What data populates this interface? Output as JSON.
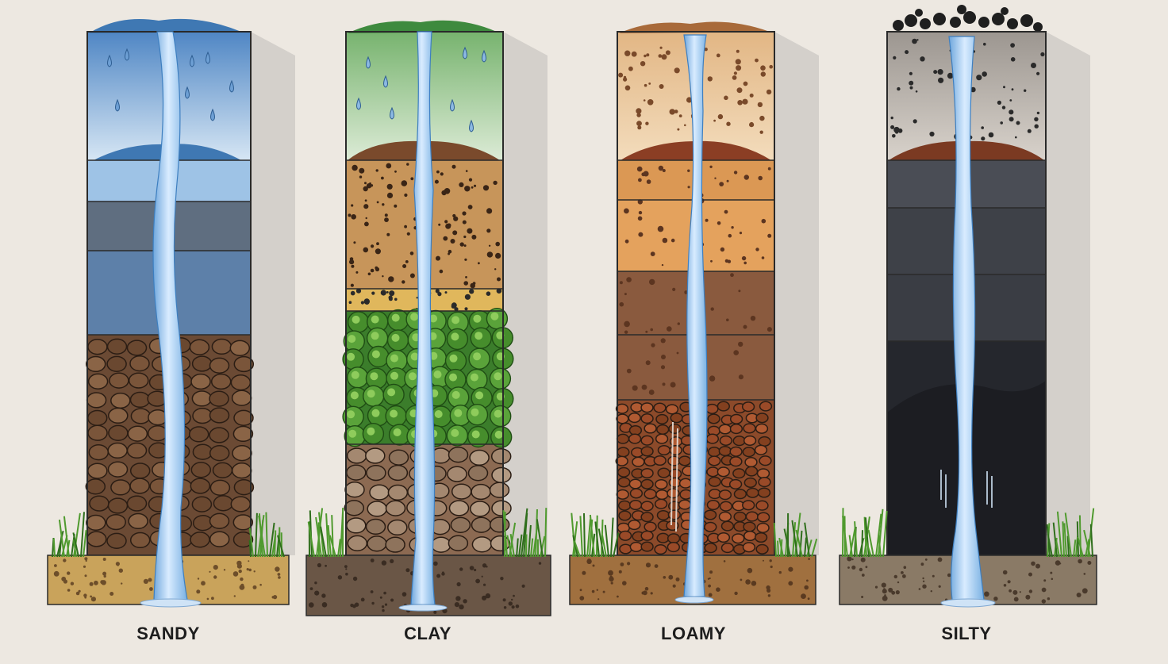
{
  "labels": {
    "sandy": "SANDY",
    "clay": "CLAY",
    "loamy": "LOAMY",
    "silty": "SILTY"
  },
  "colors": {
    "background": "#ede8e1",
    "water": "#9cc6ec",
    "water_highlight": "#eaf5ff",
    "grass": "#4f9a2e",
    "outline": "#2a2a2a"
  },
  "columns": [
    {
      "name": "sandy",
      "top_mound": "#3f78b3",
      "layers": [
        "#9ec3e6",
        "#b9cde0",
        "#5f6e80",
        "#5d80a9",
        "#6b4a34"
      ],
      "ground": "#c9a35b"
    },
    {
      "name": "clay",
      "top_mound": "#3e8a3e",
      "layers": [
        "#a8cf9e",
        "#c7955a",
        "#e0b75c",
        "#3b7d2b",
        "#8c6a52"
      ],
      "ground": "#6a5646"
    },
    {
      "name": "loamy",
      "top_mound": "#a86a3a",
      "layers": [
        "#e9c796",
        "#e4a25d",
        "#8a5a3e",
        "#7a4c33",
        "#8c4a2a"
      ],
      "ground": "#a0703f"
    },
    {
      "name": "silty",
      "top_mound": "#222222",
      "layers": [
        "#c2bcb5",
        "#4a4d55",
        "#3e4148",
        "#3a3d44",
        "#25272d"
      ],
      "ground": "#8a7a66"
    }
  ]
}
